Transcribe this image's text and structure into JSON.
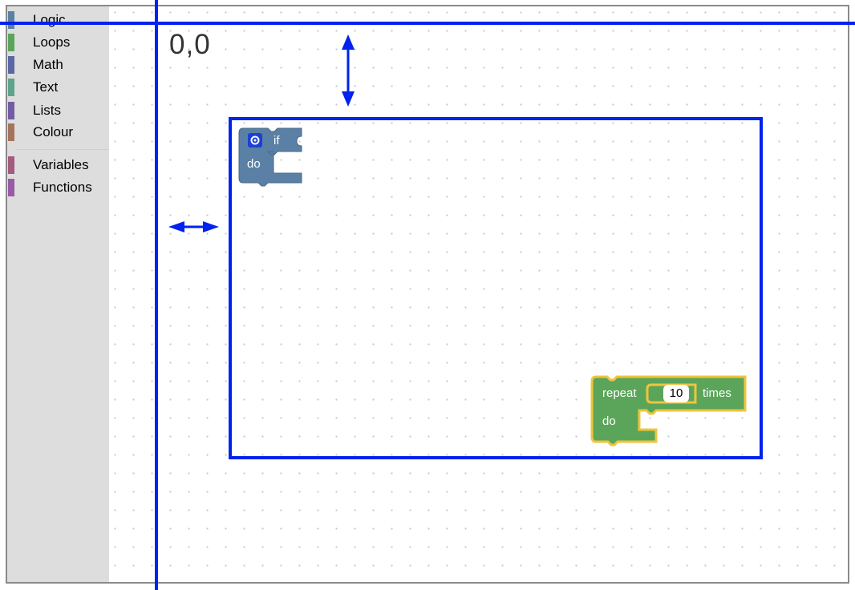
{
  "toolbox": {
    "categories": [
      {
        "label": "Logic",
        "color": "#5b80a5"
      },
      {
        "label": "Loops",
        "color": "#5ba55b"
      },
      {
        "label": "Math",
        "color": "#5b67a5"
      },
      {
        "label": "Text",
        "color": "#5ba58c"
      },
      {
        "label": "Lists",
        "color": "#745ba5"
      },
      {
        "label": "Colour",
        "color": "#a5745b"
      },
      {
        "label": "Variables",
        "color": "#a55b80"
      },
      {
        "label": "Functions",
        "color": "#995ba5"
      }
    ]
  },
  "annotation": {
    "origin_label": "0,0",
    "color": "#0022ee"
  },
  "blocks": {
    "if_block": {
      "if_label": "if",
      "do_label": "do",
      "color": "#5b80a5"
    },
    "repeat_block": {
      "repeat_label": "repeat",
      "times_label": "times",
      "count": "10",
      "do_label": "do",
      "color": "#5ba55b",
      "highlight": "#f0c43c"
    }
  }
}
